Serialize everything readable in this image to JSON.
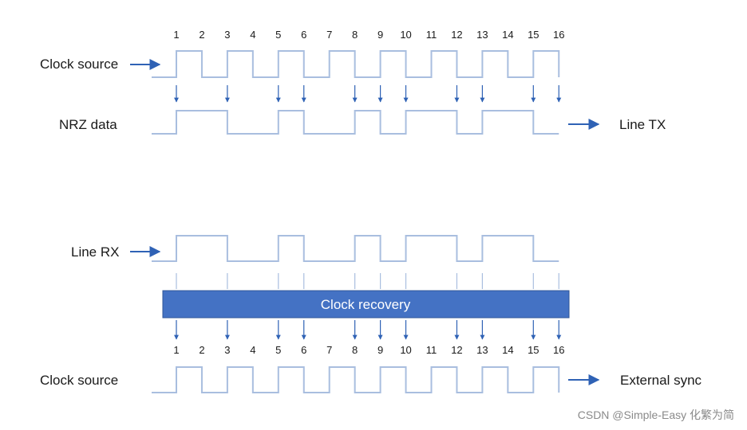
{
  "tick_numbers": [
    "1",
    "2",
    "3",
    "4",
    "5",
    "6",
    "7",
    "8",
    "9",
    "10",
    "11",
    "12",
    "13",
    "14",
    "15",
    "16"
  ],
  "labels": {
    "clock_source_top": "Clock source",
    "nrz_data": "NRZ data",
    "line_tx": "Line TX",
    "line_rx": "Line RX",
    "clock_recovery": "Clock recovery",
    "clock_source_bottom": "Clock source",
    "external_sync": "External sync"
  },
  "watermark": "CSDN @Simple-Easy 化繁为简",
  "signals": {
    "nrz_bits": [
      1,
      1,
      0,
      0,
      1,
      0,
      0,
      1,
      0,
      1,
      1,
      0,
      1,
      1,
      0
    ],
    "line_rx_bits": [
      1,
      1,
      0,
      0,
      1,
      0,
      0,
      1,
      0,
      1,
      1,
      0,
      1,
      1,
      0
    ],
    "top_arrow_ticks": [
      1,
      3,
      5,
      6,
      8,
      9,
      10,
      12,
      13,
      15,
      16
    ],
    "recovery_arrow_ticks": [
      1,
      3,
      5,
      6,
      8,
      9,
      10,
      12,
      13,
      15,
      16
    ]
  },
  "colors": {
    "waveform": "#a9bedf",
    "arrow": "#2f62b5",
    "recovery_box": "#4472c4",
    "recovery_box_border": "#2f5597",
    "text": "#1a1a1a",
    "watermark": "#8a8a8a"
  }
}
